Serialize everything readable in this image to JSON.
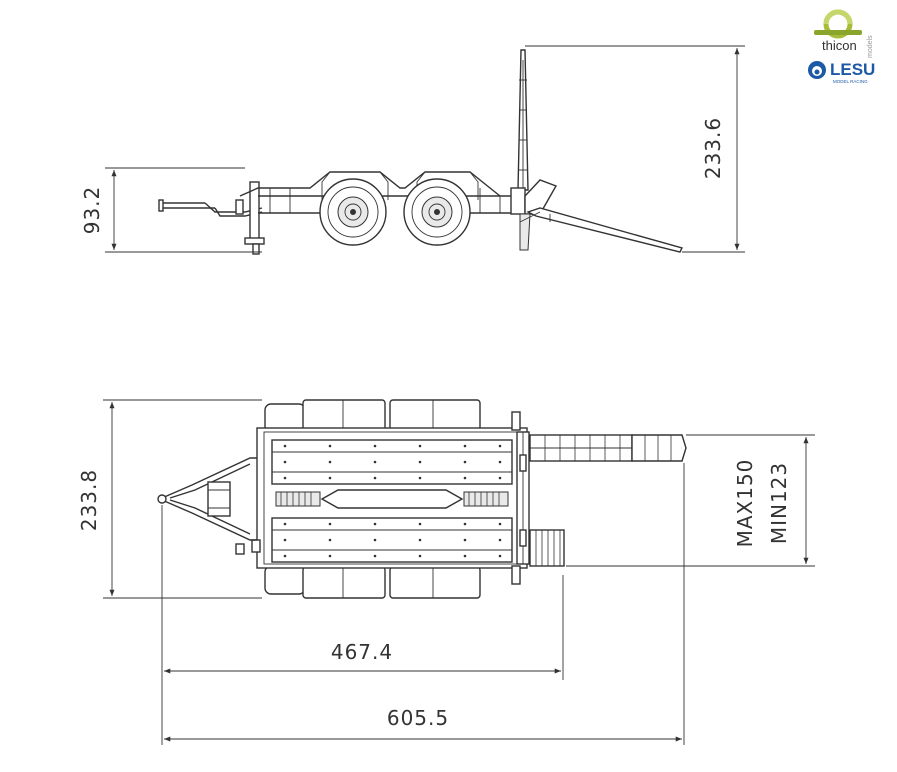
{
  "logos": {
    "thicon": {
      "word": "thicon",
      "sub": "models"
    },
    "lesu": {
      "word": "LESU",
      "sub": "MODEL RACING"
    }
  },
  "dimensions": {
    "side_height": "93.2",
    "ramp_height": "233.6",
    "top_width": "233.8",
    "track": "MAX150",
    "track_min": "MIN123",
    "length_body": "467.4",
    "length_total": "605.5"
  },
  "colors": {
    "line": "#333333",
    "thicon_green": "#a7bd3a",
    "lesu_blue": "#1d5aa6"
  }
}
